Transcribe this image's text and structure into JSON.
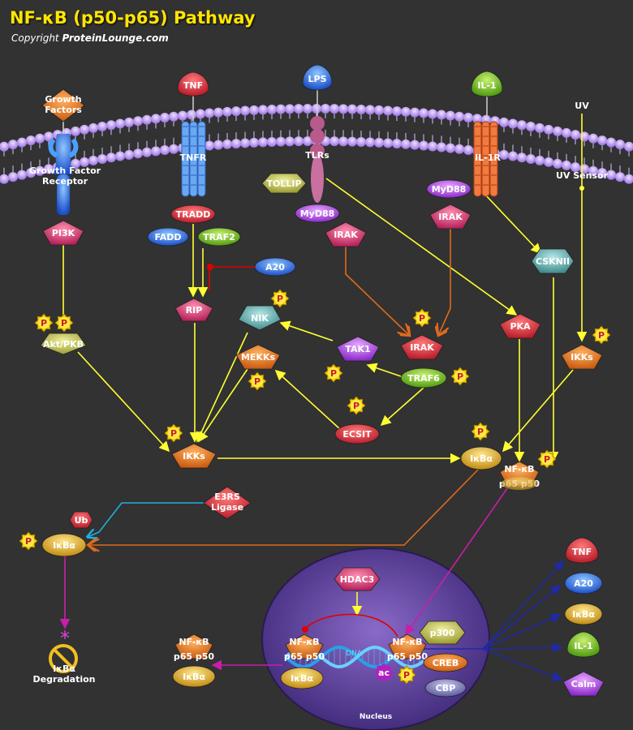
{
  "header": {
    "title": "NF-κB (p50-p65) Pathway",
    "copyright_prefix": "Copyright ",
    "copyright_site": "ProteinLounge.com"
  },
  "colors": {
    "background": "#323232",
    "membrane": "#b89cf0",
    "arrow_yellow": "#ffff33",
    "arrow_orange": "#e06a1a",
    "arrow_blue": "#1e2aa8",
    "arrow_magenta": "#c81ea8",
    "arrow_cyan": "#1eb0e0",
    "arrow_red": "#e00000",
    "nucleus": "#6a4fa0"
  },
  "labels": {
    "growth_factors": "Growth Factors",
    "growth_factor_receptor": "Growth Factor Receptor",
    "tnf": "TNF",
    "tnfr": "TNFR",
    "lps": "LPS",
    "tlrs": "TLRs",
    "il1": "IL-1",
    "il1r": "IL-1R",
    "uv": "UV",
    "uv_sensor": "UV Sensor",
    "tollip": "TOLLIP",
    "myd88_tlr": "MyD88",
    "myd88_il1": "MyD88",
    "tradd": "TRADD",
    "fadd": "FADD",
    "traf2": "TRAF2",
    "pi3k": "PI3K",
    "irak_tlr": "IRAK",
    "irak_il1": "IRAK",
    "a20_inhib": "A20",
    "rip": "RIP",
    "cskn": "CSKNII",
    "nik": "NIK",
    "akt": "Akt/PKB",
    "mekks": "MEKKs",
    "tak1": "TAK1",
    "irak_center": "IRAK",
    "pka": "PKA",
    "ikks_uv": "IKKs",
    "traf6": "TRAF6",
    "ecsit": "ECSIT",
    "ikks_main": "IKKs",
    "ikba_complex": "IκBα",
    "nfkb_cyto": "NF-κB",
    "p65_p50_cyto": "p65 p50",
    "e3rs_ligase": "E3RS Ligase",
    "ub": "Ub",
    "ikba_free": "IκBα",
    "ikba_degradation": "IκBα Degradation",
    "hdac3": "HDAC3",
    "nfkb_nuc_left": "NF-κB",
    "p65_p50_nuc_left": "p65 p50",
    "ikba_nuc": "IκBα",
    "nfkb_nuc_right": "NF-κB",
    "p65_p50_nuc_right": "p65 p50",
    "p300": "p300",
    "creb": "CREB",
    "cbp": "CBP",
    "ac": "ac",
    "dna": "DNA",
    "nucleus": "Nucleus",
    "nfkb_export": "NF-κB",
    "p65_p50_export": "p65 p50",
    "ikba_export": "IκBα",
    "target_tnf": "TNF",
    "target_a20": "A20",
    "target_ikba": "IκBα",
    "target_il1": "IL-1",
    "target_calm": "Calm",
    "phospho": "P"
  }
}
